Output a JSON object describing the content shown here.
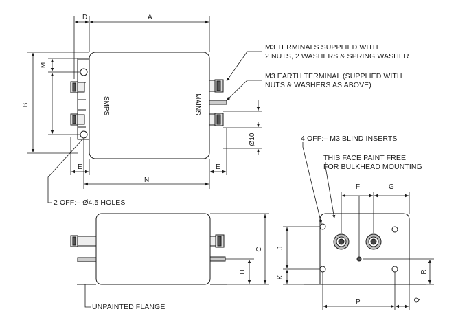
{
  "labels": {
    "dim_a": "A",
    "dim_b": "B",
    "dim_c": "C",
    "dim_d": "D",
    "dim_e_left": "E",
    "dim_e_right": "E",
    "dim_f": "F",
    "dim_g": "G",
    "dim_h": "H",
    "dim_j": "J",
    "dim_k": "K",
    "dim_l": "L",
    "dim_m": "M",
    "dim_n": "N",
    "dim_p": "P",
    "dim_q": "Q",
    "dim_r": "R",
    "dia10": "Ø10",
    "smps": "SMPS",
    "mains": "MAINS"
  },
  "notes": {
    "terminals_1": "M3 TERMINALS SUPPLIED WITH",
    "terminals_2": "2 NUTS, 2 WASHERS & SPRING WASHER",
    "earth_1": "M3 EARTH TERMINAL (SUPPLIED WITH",
    "earth_2": "NUTS & WASHERS AS ABOVE)",
    "holes": "2 OFF:– Ø4.5 HOLES",
    "inserts": "4 OFF:– M3 BLIND INSERTS",
    "paint_1": "THIS FACE PAINT FREE",
    "paint_2": "FOR BULKHEAD MOUNTING",
    "flange": "UNPAINTED FLANGE"
  }
}
